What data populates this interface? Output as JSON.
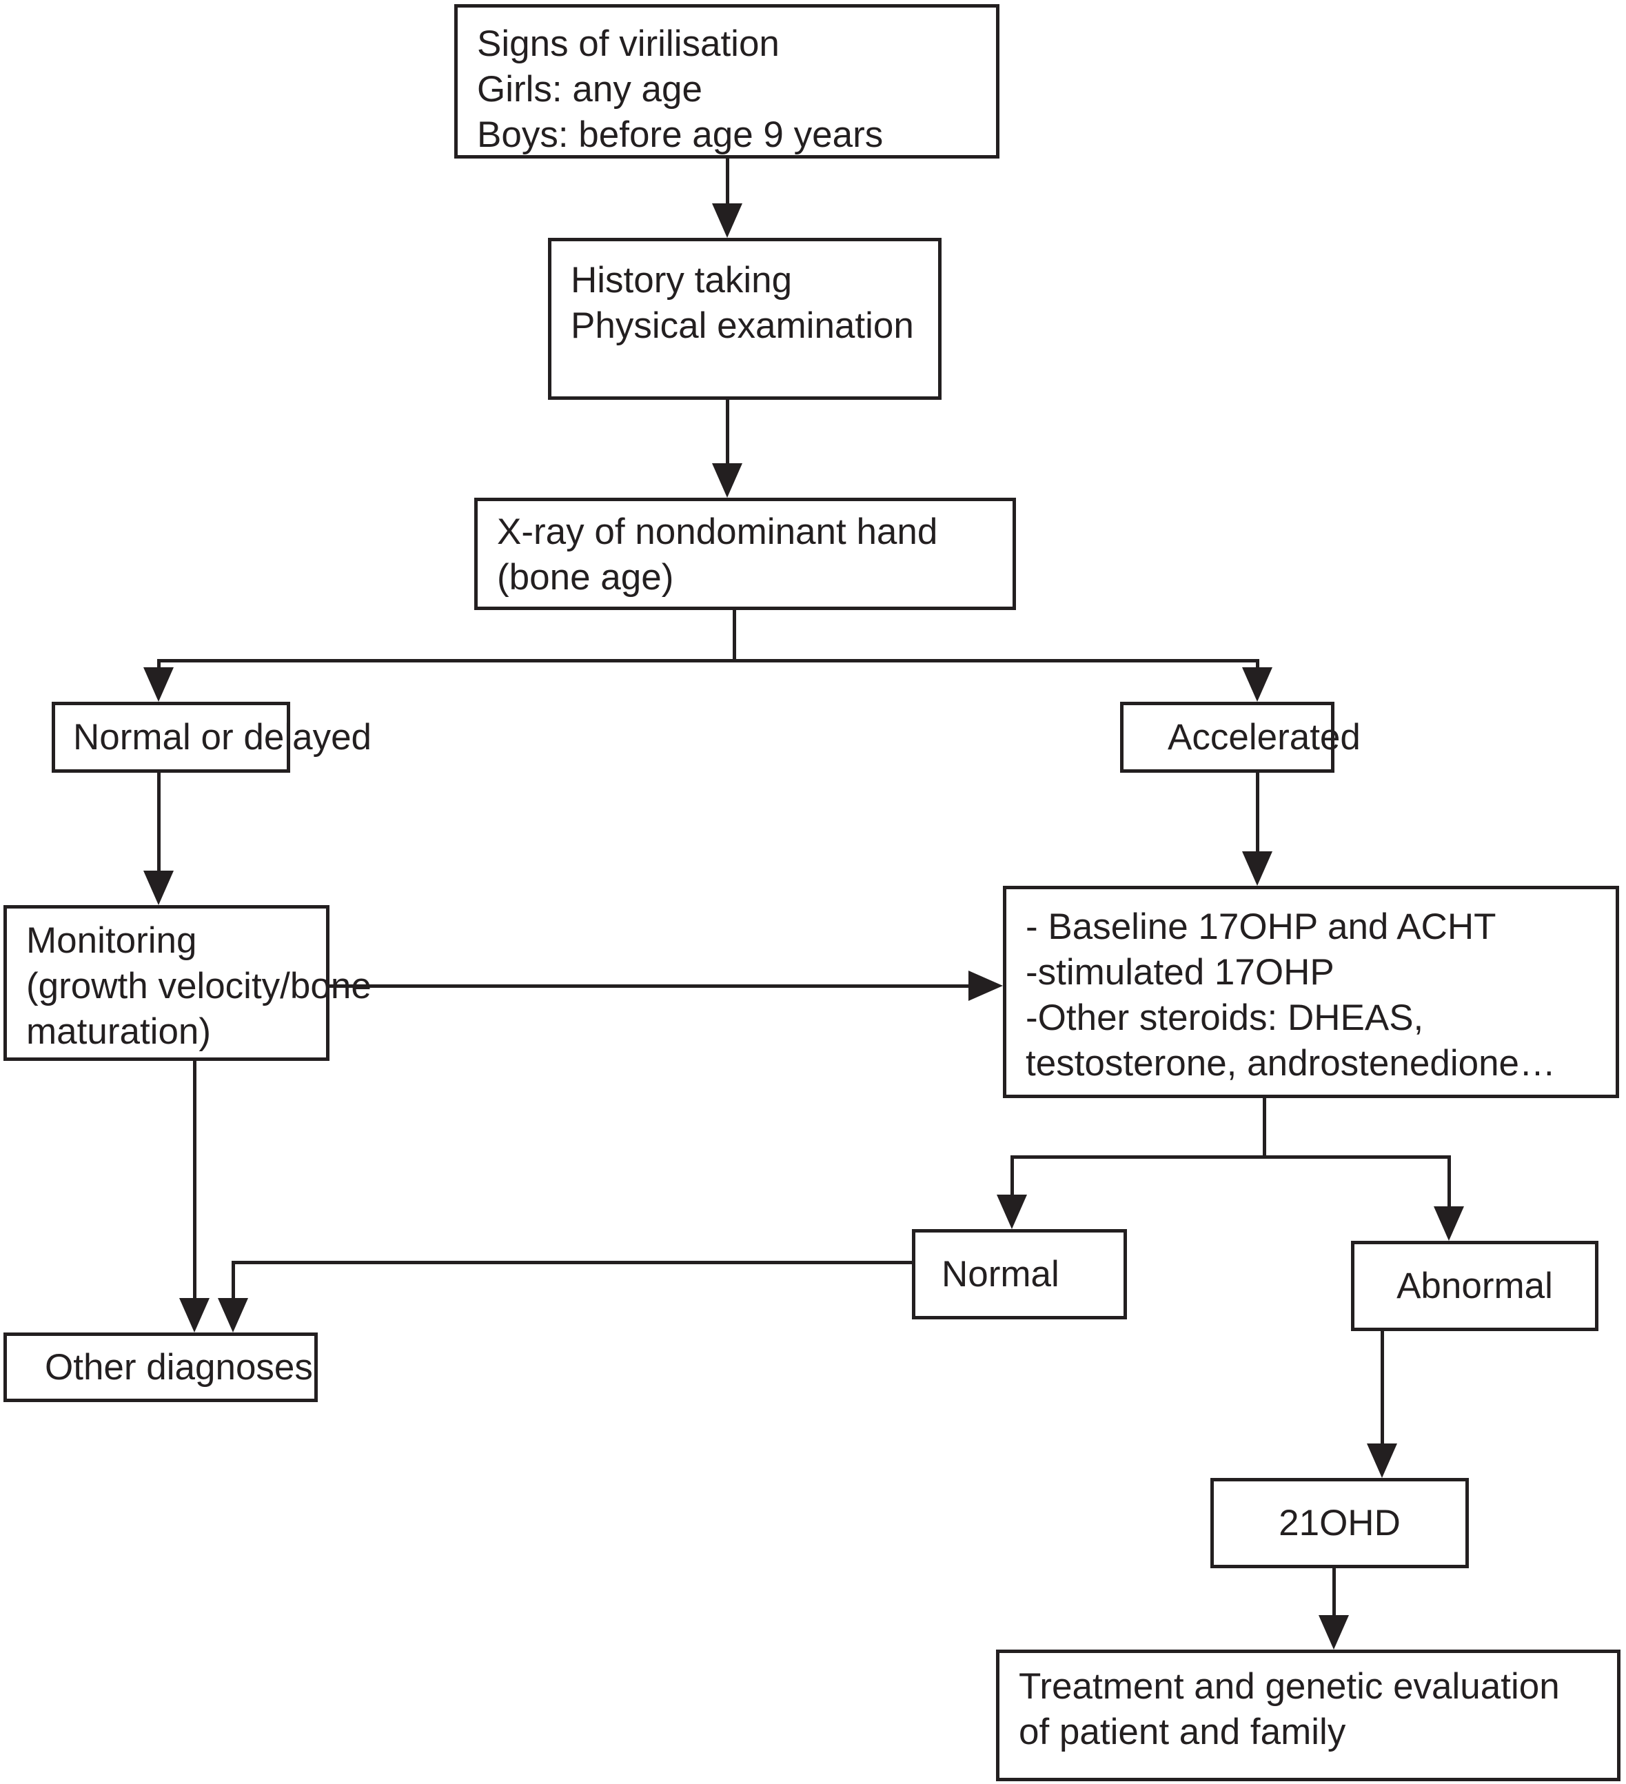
{
  "diagram": {
    "type": "flowchart",
    "background": "#ffffff",
    "ink": "#231f20"
  },
  "nodes": {
    "signs": {
      "lines": [
        "Signs of virilisation",
        "Girls: any age",
        "Boys: before age 9 years"
      ]
    },
    "history": {
      "lines": [
        "History taking",
        "Physical examination"
      ]
    },
    "xray": {
      "lines": [
        "X-ray of nondominant hand",
        "(bone age)"
      ]
    },
    "normal_delayed": {
      "lines": [
        "Normal or delayed"
      ]
    },
    "accelerated": {
      "lines": [
        "Accelerated"
      ]
    },
    "monitoring": {
      "lines": [
        "Monitoring",
        "(growth velocity/bone",
        "maturation)"
      ]
    },
    "workup": {
      "lines": [
        "- Baseline 17OHP and ACHT",
        "-stimulated 17OHP",
        "-Other steroids: DHEAS,",
        "testosterone, androstenedione…"
      ]
    },
    "normal_result": {
      "lines": [
        "Normal"
      ]
    },
    "abnormal_result": {
      "lines": [
        "Abnormal"
      ]
    },
    "other_diagnoses": {
      "lines": [
        "Other diagnoses"
      ]
    },
    "ohd21": {
      "lines": [
        "21OHD"
      ]
    },
    "treatment": {
      "lines": [
        "Treatment and genetic evaluation",
        "of patient and family"
      ]
    }
  }
}
